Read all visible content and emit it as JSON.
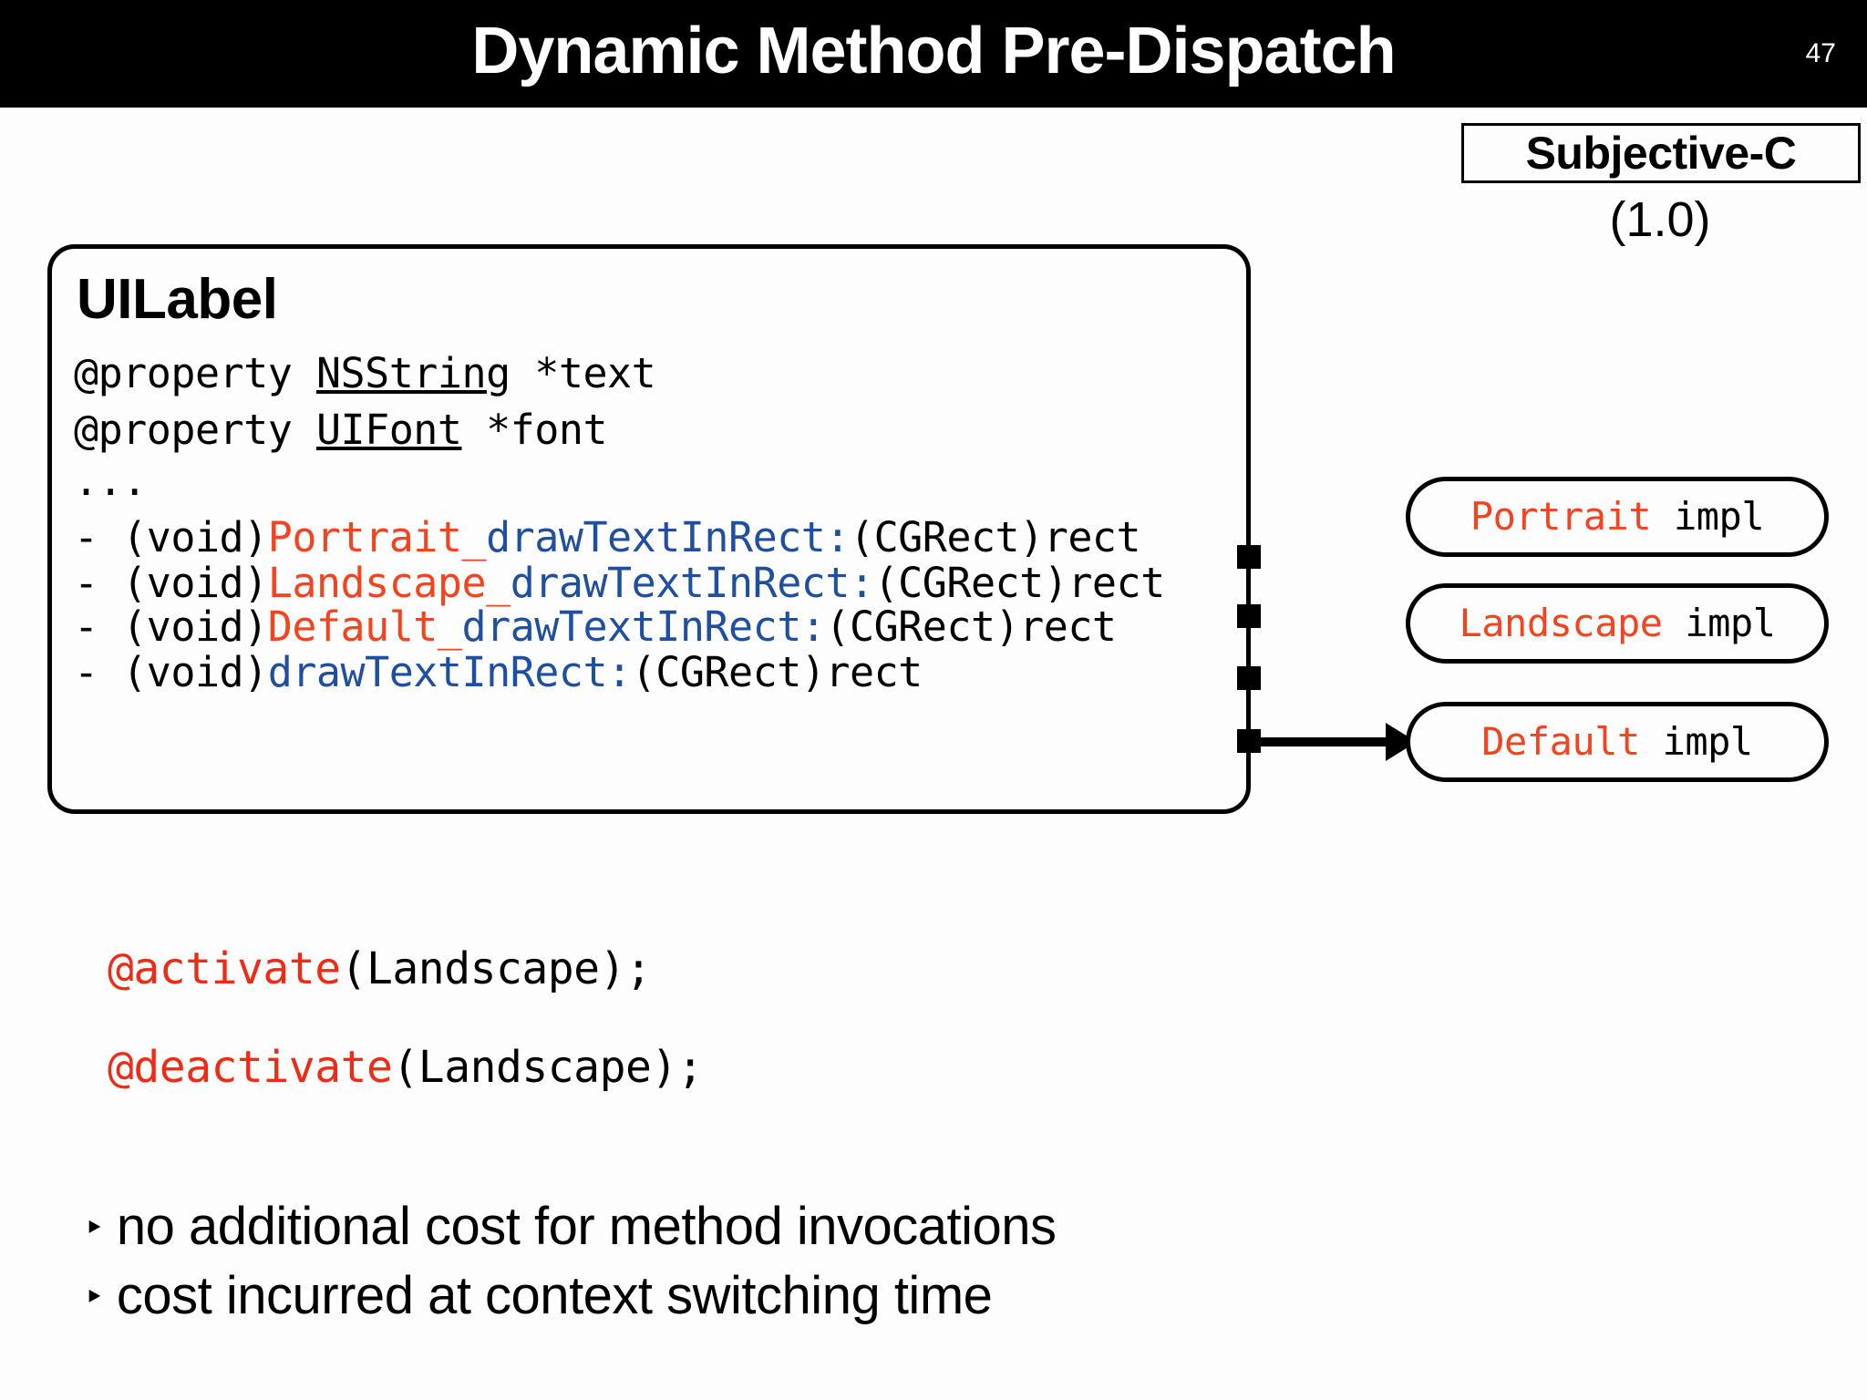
{
  "slide": {
    "title": "Dynamic Method Pre-Dispatch",
    "number": "47",
    "background_color": "#fefdfd",
    "title_bar_color": "#000000",
    "title_text_color": "#ffffff"
  },
  "brand": {
    "name": "Subjective-C",
    "version": "(1.0)"
  },
  "colors": {
    "context_orange": "#f4441f",
    "selector_blue": "#1f4fa0",
    "directive_red": "#ef2b15",
    "text_black": "#000000"
  },
  "code_card": {
    "class_name": "UILabel",
    "properties": [
      {
        "decl": "@property ",
        "type": "NSString",
        "rest": " *text"
      },
      {
        "decl": "@property ",
        "type": "UIFont",
        "rest": " *font"
      }
    ],
    "ellipsis": "...",
    "methods": [
      {
        "prefix": "- (void)",
        "context": "Portrait_",
        "selector": "drawTextInRect:",
        "args": "(CGRect)rect"
      },
      {
        "prefix": "- (void)",
        "context": "Landscape_",
        "selector": "drawTextInRect:",
        "args": "(CGRect)rect"
      },
      {
        "prefix": "- (void)",
        "context": "Default_",
        "selector": "drawTextInRect:",
        "args": "(CGRect)rect"
      },
      {
        "prefix": "- (void)",
        "context": "",
        "selector": "drawTextInRect:",
        "args": "(CGRect)rect"
      }
    ]
  },
  "impls": [
    {
      "context": "Portrait",
      "label": " impl"
    },
    {
      "context": "Landscape",
      "label": " impl"
    },
    {
      "context": "Default",
      "label": " impl"
    }
  ],
  "directives": [
    {
      "keyword": "@activate",
      "args": "(Landscape);"
    },
    {
      "keyword": "@deactivate",
      "args": "(Landscape);"
    }
  ],
  "bullets": [
    {
      "marker": "‣",
      "text": "no additional cost for method invocations"
    },
    {
      "marker": "‣",
      "text": "cost incurred at context switching time"
    }
  ]
}
